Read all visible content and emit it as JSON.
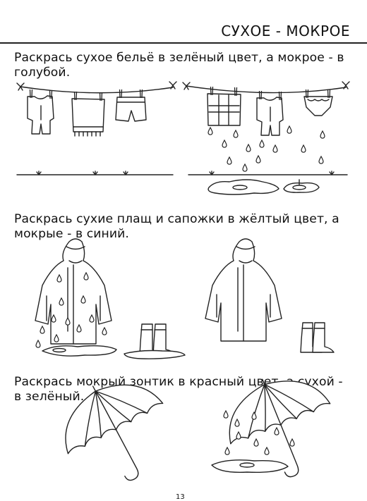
{
  "header": {
    "title": "СУХОЕ - МОКРОЕ"
  },
  "tasks": [
    {
      "text": "Раскрась сухое бельё в зелёный цвет, а мокрое - в голубой."
    },
    {
      "text": "Раскрась сухие плащ и сапожки в жёлтый цвет, а мокрые - в синий."
    },
    {
      "text": "Раскрась мокрый зонтик в красный цвет, а сухой - в зелёный."
    }
  ],
  "page": {
    "number": "13"
  },
  "pictures": [
    "dry-laundry-icon",
    "wet-laundry-icon",
    "puddle-icon",
    "wet-raincoat-icon",
    "wet-boots-icon",
    "dry-raincoat-icon",
    "dry-boots-icon",
    "dry-umbrella-icon",
    "wet-umbrella-icon"
  ]
}
